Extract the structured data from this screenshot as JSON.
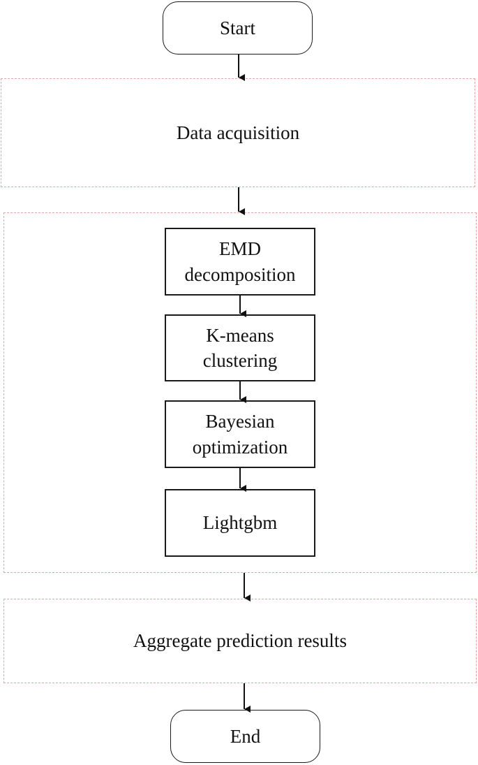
{
  "nodes": {
    "start": "Start",
    "data_acquisition": "Data acquisition",
    "emd": [
      "EMD",
      "decomposition"
    ],
    "kmeans": [
      "K-means",
      "clustering"
    ],
    "bayesian": [
      "Bayesian",
      "optimization"
    ],
    "lightgbm": "Lightgbm",
    "aggregate": "Aggregate prediction results",
    "end": "End"
  }
}
